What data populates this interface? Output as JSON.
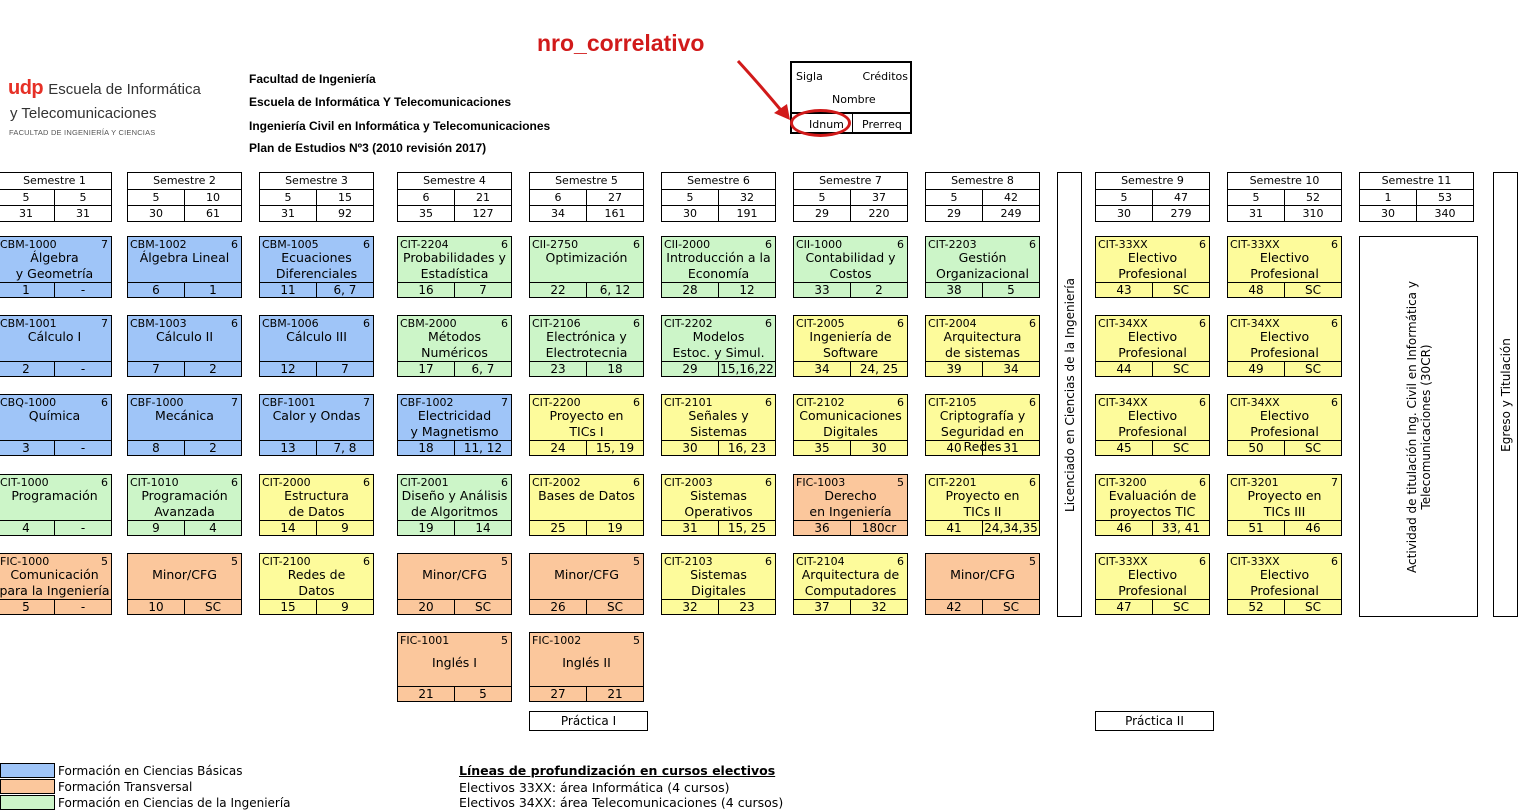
{
  "logo": {
    "udp": "udp",
    "line1": "Escuela de Informática",
    "line2": "y Telecomunicaciones",
    "line3": "FACULTAD DE INGENIERÍA Y CIENCIAS"
  },
  "header": {
    "line1": "Facultad de Ingeniería",
    "line2": "Escuela de Informática Y Telecomunicaciones",
    "line3": "Ingeniería Civil en Informática y Telecomunicaciones",
    "line4": "Plan de Estudios Nº3 (2010 revisión 2017)"
  },
  "annotation": {
    "label": "nro_correlativo",
    "color": "#d11a1a"
  },
  "key_box": {
    "sigla": "Sigla",
    "creditos": "Créditos",
    "nombre": "Nombre",
    "idnum": "Idnum",
    "prerreq": "Prerreq"
  },
  "colors": {
    "blue": "#9fc5f8",
    "orange": "#fbc79c",
    "green": "#ccf5c8",
    "yellow": "#fdfb9b"
  },
  "semesters": [
    {
      "title": "Semestre 1",
      "a": "5",
      "b": "5",
      "c": "31",
      "d": "31"
    },
    {
      "title": "Semestre 2",
      "a": "5",
      "b": "10",
      "c": "30",
      "d": "61"
    },
    {
      "title": "Semestre 3",
      "a": "5",
      "b": "15",
      "c": "31",
      "d": "92"
    },
    {
      "title": "Semestre 4",
      "a": "6",
      "b": "21",
      "c": "35",
      "d": "127"
    },
    {
      "title": "Semestre 5",
      "a": "6",
      "b": "27",
      "c": "34",
      "d": "161"
    },
    {
      "title": "Semestre 6",
      "a": "5",
      "b": "32",
      "c": "30",
      "d": "191"
    },
    {
      "title": "Semestre 7",
      "a": "5",
      "b": "37",
      "c": "29",
      "d": "220"
    },
    {
      "title": "Semestre 8",
      "a": "5",
      "b": "42",
      "c": "29",
      "d": "249"
    },
    {
      "title": "Semestre 9",
      "a": "5",
      "b": "47",
      "c": "30",
      "d": "279"
    },
    {
      "title": "Semestre 10",
      "a": "5",
      "b": "52",
      "c": "31",
      "d": "310"
    },
    {
      "title": "Semestre 11",
      "a": "1",
      "b": "53",
      "c": "30",
      "d": "340"
    }
  ],
  "courses": [
    {
      "code": "CBM-1000",
      "cr": "7",
      "name": "Álgebra\ny Geometría",
      "id": "1",
      "pre": "-",
      "color": "blue"
    },
    {
      "code": "CBM-1001",
      "cr": "7",
      "name": "Cálculo I",
      "id": "2",
      "pre": "-",
      "color": "blue"
    },
    {
      "code": "CBQ-1000",
      "cr": "6",
      "name": "Química",
      "id": "3",
      "pre": "-",
      "color": "blue"
    },
    {
      "code": "CIT-1000",
      "cr": "6",
      "name": "Programación",
      "id": "4",
      "pre": "-",
      "color": "green"
    },
    {
      "code": "FIC-1000",
      "cr": "5",
      "name": "Comunicación\npara la Ingeniería",
      "id": "5",
      "pre": "-",
      "color": "orange"
    },
    {
      "code": "CBM-1002",
      "cr": "6",
      "name": "Álgebra Lineal",
      "id": "6",
      "pre": "1",
      "color": "blue"
    },
    {
      "code": "CBM-1003",
      "cr": "6",
      "name": "Cálculo II",
      "id": "7",
      "pre": "2",
      "color": "blue"
    },
    {
      "code": "CBF-1000",
      "cr": "7",
      "name": "Mecánica",
      "id": "8",
      "pre": "2",
      "color": "blue"
    },
    {
      "code": "CIT-1010",
      "cr": "6",
      "name": "Programación\nAvanzada",
      "id": "9",
      "pre": "4",
      "color": "green"
    },
    {
      "code": "",
      "cr": "5",
      "name": "Minor/CFG",
      "id": "10",
      "pre": "SC",
      "color": "orange"
    },
    {
      "code": "CBM-1005",
      "cr": "6",
      "name": "Ecuaciones\nDiferenciales",
      "id": "11",
      "pre": "6, 7",
      "color": "blue"
    },
    {
      "code": "CBM-1006",
      "cr": "6",
      "name": "Cálculo III",
      "id": "12",
      "pre": "7",
      "color": "blue"
    },
    {
      "code": "CBF-1001",
      "cr": "7",
      "name": "Calor y Ondas",
      "id": "13",
      "pre": "7, 8",
      "color": "blue"
    },
    {
      "code": "CIT-2000",
      "cr": "6",
      "name": "Estructura\nde Datos",
      "id": "14",
      "pre": "9",
      "color": "yellow"
    },
    {
      "code": "CIT-2100",
      "cr": "6",
      "name": "Redes de\nDatos",
      "id": "15",
      "pre": "9",
      "color": "yellow"
    },
    {
      "code": "CIT-2204",
      "cr": "6",
      "name": "Probabilidades y\nEstadística",
      "id": "16",
      "pre": "7",
      "color": "green"
    },
    {
      "code": "CBM-2000",
      "cr": "6",
      "name": "Métodos\nNuméricos",
      "id": "17",
      "pre": "6, 7",
      "color": "green"
    },
    {
      "code": "CBF-1002",
      "cr": "7",
      "name": "Electricidad\ny Magnetismo",
      "id": "18",
      "pre": "11, 12",
      "color": "blue"
    },
    {
      "code": "CIT-2001",
      "cr": "6",
      "name": "Diseño y Análisis\nde Algoritmos",
      "id": "19",
      "pre": "14",
      "color": "green"
    },
    {
      "code": "",
      "cr": "5",
      "name": "Minor/CFG",
      "id": "20",
      "pre": "SC",
      "color": "orange"
    },
    {
      "code": "FIC-1001",
      "cr": "5",
      "name": "Inglés I",
      "id": "21",
      "pre": "5",
      "color": "orange"
    },
    {
      "code": "CII-2750",
      "cr": "6",
      "name": "Optimización",
      "id": "22",
      "pre": "6, 12",
      "color": "green"
    },
    {
      "code": "CIT-2106",
      "cr": "6",
      "name": "Electrónica y\nElectrotecnia",
      "id": "23",
      "pre": "18",
      "color": "green"
    },
    {
      "code": "CIT-2200",
      "cr": "6",
      "name": "Proyecto en\nTICs I",
      "id": "24",
      "pre": "15, 19",
      "color": "yellow"
    },
    {
      "code": "CIT-2002",
      "cr": "6",
      "name": "Bases de Datos",
      "id": "25",
      "pre": "19",
      "color": "yellow"
    },
    {
      "code": "",
      "cr": "5",
      "name": "Minor/CFG",
      "id": "26",
      "pre": "SC",
      "color": "orange"
    },
    {
      "code": "FIC-1002",
      "cr": "5",
      "name": "Inglés II",
      "id": "27",
      "pre": "21",
      "color": "orange"
    },
    {
      "code": "CII-2000",
      "cr": "6",
      "name": "Introducción a la\nEconomía",
      "id": "28",
      "pre": "12",
      "color": "green"
    },
    {
      "code": "CIT-2202",
      "cr": "6",
      "name": "Modelos\nEstoc. y Simul.",
      "id": "29",
      "pre": "15,16,22",
      "color": "green"
    },
    {
      "code": "CIT-2101",
      "cr": "6",
      "name": "Señales y\nSistemas",
      "id": "30",
      "pre": "16, 23",
      "color": "yellow"
    },
    {
      "code": "CIT-2003",
      "cr": "6",
      "name": "Sistemas\nOperativos",
      "id": "31",
      "pre": "15, 25",
      "color": "yellow"
    },
    {
      "code": "CIT-2103",
      "cr": "6",
      "name": "Sistemas\nDigitales",
      "id": "32",
      "pre": "23",
      "color": "yellow"
    },
    {
      "code": "CII-1000",
      "cr": "6",
      "name": "Contabilidad y\nCostos",
      "id": "33",
      "pre": "2",
      "color": "green"
    },
    {
      "code": "CIT-2005",
      "cr": "6",
      "name": "Ingeniería de\nSoftware",
      "id": "34",
      "pre": "24, 25",
      "color": "yellow"
    },
    {
      "code": "CIT-2102",
      "cr": "6",
      "name": "Comunicaciones\nDigitales",
      "id": "35",
      "pre": "30",
      "color": "yellow"
    },
    {
      "code": "FIC-1003",
      "cr": "5",
      "name": "Derecho\nen Ingeniería",
      "id": "36",
      "pre": "180cr",
      "color": "orange"
    },
    {
      "code": "CIT-2104",
      "cr": "6",
      "name": "Arquitectura de\nComputadores",
      "id": "37",
      "pre": "32",
      "color": "yellow"
    },
    {
      "code": "CIT-2203",
      "cr": "6",
      "name": "Gestión\nOrganizacional",
      "id": "38",
      "pre": "5",
      "color": "green"
    },
    {
      "code": "CIT-2004",
      "cr": "6",
      "name": "Arquitectura\nde sistemas",
      "id": "39",
      "pre": "34",
      "color": "yellow"
    },
    {
      "code": "CIT-2105",
      "cr": "6",
      "name": "Criptografía y\nSeguridad en Redes",
      "id": "40",
      "pre": "31",
      "color": "yellow"
    },
    {
      "code": "CIT-2201",
      "cr": "6",
      "name": "Proyecto en\nTICs II",
      "id": "41",
      "pre": "24,34,35",
      "color": "yellow"
    },
    {
      "code": "",
      "cr": "5",
      "name": "Minor/CFG",
      "id": "42",
      "pre": "SC",
      "color": "orange"
    },
    {
      "code": "CIT-33XX",
      "cr": "6",
      "name": "Electivo\nProfesional",
      "id": "43",
      "pre": "SC",
      "color": "yellow"
    },
    {
      "code": "CIT-34XX",
      "cr": "6",
      "name": "Electivo\nProfesional",
      "id": "44",
      "pre": "SC",
      "color": "yellow"
    },
    {
      "code": "CIT-34XX",
      "cr": "6",
      "name": "Electivo\nProfesional",
      "id": "45",
      "pre": "SC",
      "color": "yellow"
    },
    {
      "code": "CIT-3200",
      "cr": "6",
      "name": "Evaluación de\nproyectos TIC",
      "id": "46",
      "pre": "33, 41",
      "color": "yellow"
    },
    {
      "code": "CIT-33XX",
      "cr": "6",
      "name": "Electivo\nProfesional",
      "id": "47",
      "pre": "SC",
      "color": "yellow"
    },
    {
      "code": "CIT-33XX",
      "cr": "6",
      "name": "Electivo\nProfesional",
      "id": "48",
      "pre": "SC",
      "color": "yellow"
    },
    {
      "code": "CIT-34XX",
      "cr": "6",
      "name": "Electivo\nProfesional",
      "id": "49",
      "pre": "SC",
      "color": "yellow"
    },
    {
      "code": "CIT-34XX",
      "cr": "6",
      "name": "Electivo\nProfesional",
      "id": "50",
      "pre": "SC",
      "color": "yellow"
    },
    {
      "code": "CIT-3201",
      "cr": "7",
      "name": "Proyecto en\nTICs III",
      "id": "51",
      "pre": "46",
      "color": "yellow"
    },
    {
      "code": "CIT-33XX",
      "cr": "6",
      "name": "Electivo\nProfesional",
      "id": "52",
      "pre": "SC",
      "color": "yellow"
    }
  ],
  "vertical": {
    "licenciado": "Licenciado en Ciencias de la Ingeniería",
    "actividad": "Actividad de titulación Ing. Civil en Informática y\nTelecomunicaciones (30CR)",
    "egreso": "Egreso y Titulación"
  },
  "practica": {
    "p1": "Práctica I",
    "p2": "Práctica II"
  },
  "legend": [
    {
      "label": "Formación en Ciencias Básicas",
      "color": "blue"
    },
    {
      "label": "Formación Transversal",
      "color": "orange"
    },
    {
      "label": "Formación en Ciencias de la Ingeniería",
      "color": "green"
    }
  ],
  "lines": {
    "title": "Líneas de profundización en cursos electivos",
    "l1": "Electivos 33XX: área Informática (4 cursos)",
    "l2": "Electivos 34XX: área Telecomunicaciones (4 cursos)"
  }
}
